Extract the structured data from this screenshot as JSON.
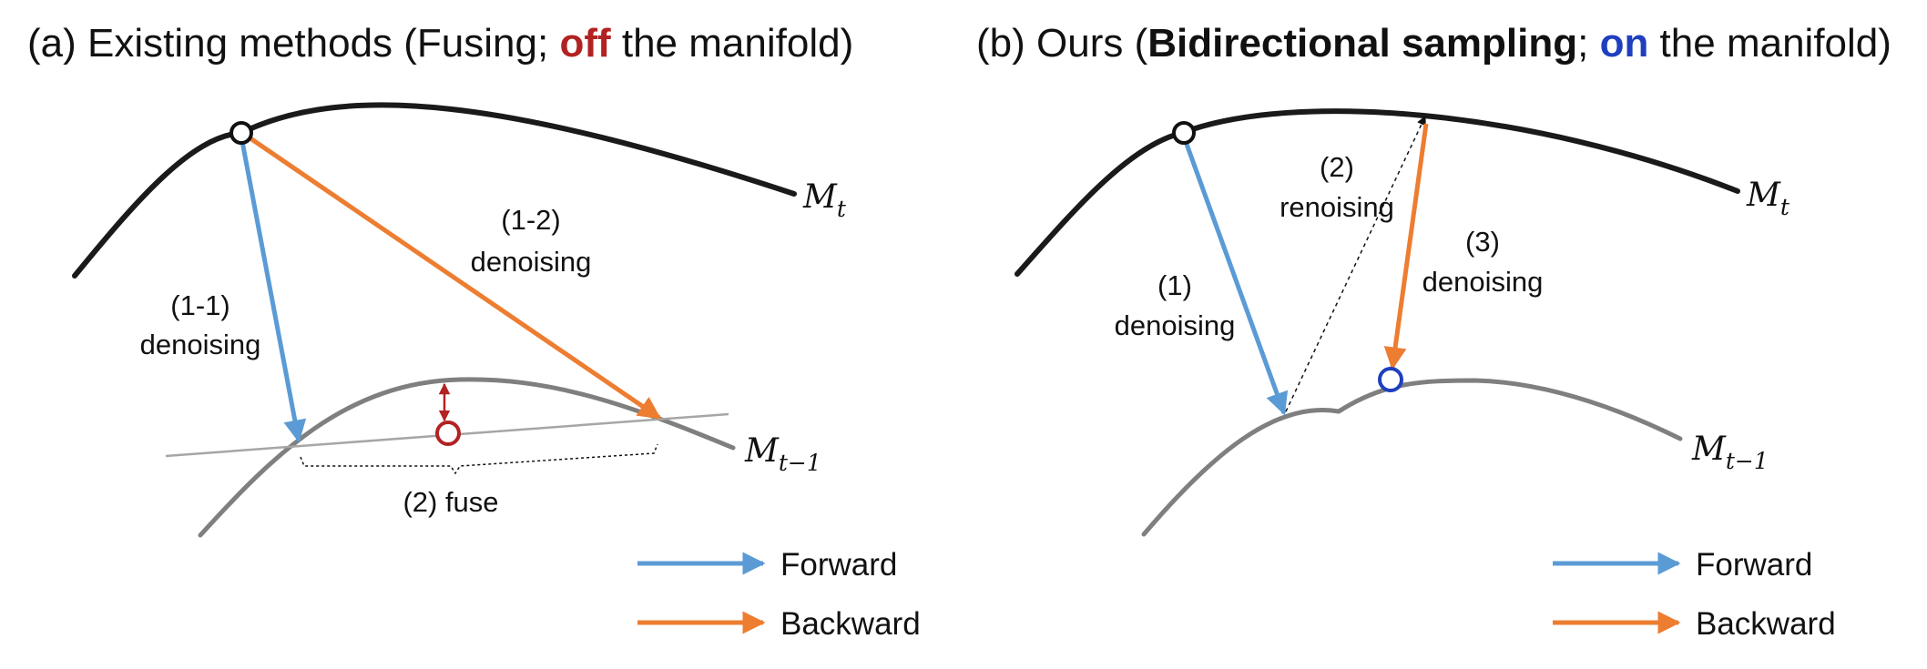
{
  "panel_a": {
    "title_pre": "(a) Existing methods (Fusing; ",
    "title_emph": "off",
    "title_post": " the manifold)",
    "manifold_upper": {
      "main": "M",
      "sub": "t"
    },
    "manifold_lower": {
      "main": "M",
      "sub": "t−1"
    },
    "label_step1_1": {
      "line1": "(1-1)",
      "line2": "denoising"
    },
    "label_step1_2": {
      "line1": "(1-2)",
      "line2": "denoising"
    },
    "label_fuse": "(2) fuse",
    "legend": {
      "forward": "Forward",
      "backward": "Backward"
    }
  },
  "panel_b": {
    "title_pre": "(b) Ours (",
    "title_bold": "Bidirectional sampling",
    "title_mid": "; ",
    "title_emph": "on",
    "title_post": " the manifold)",
    "manifold_upper": {
      "main": "M",
      "sub": "t"
    },
    "manifold_lower": {
      "main": "M",
      "sub": "t−1"
    },
    "label_step1": {
      "line1": "(1)",
      "line2": "denoising"
    },
    "label_step2": {
      "line1": "(2)",
      "line2": "renoising"
    },
    "label_step3": {
      "line1": "(3)",
      "line2": "denoising"
    },
    "legend": {
      "forward": "Forward",
      "backward": "Backward"
    }
  },
  "colors": {
    "forward": "#5b9bd5",
    "backward": "#ed7d31",
    "off_red": "#b22222",
    "on_blue": "#1f3fbf",
    "manifold_upper": "#1a1a1a",
    "manifold_lower": "#7f7f7f",
    "fuse_line": "#a6a6a6"
  }
}
